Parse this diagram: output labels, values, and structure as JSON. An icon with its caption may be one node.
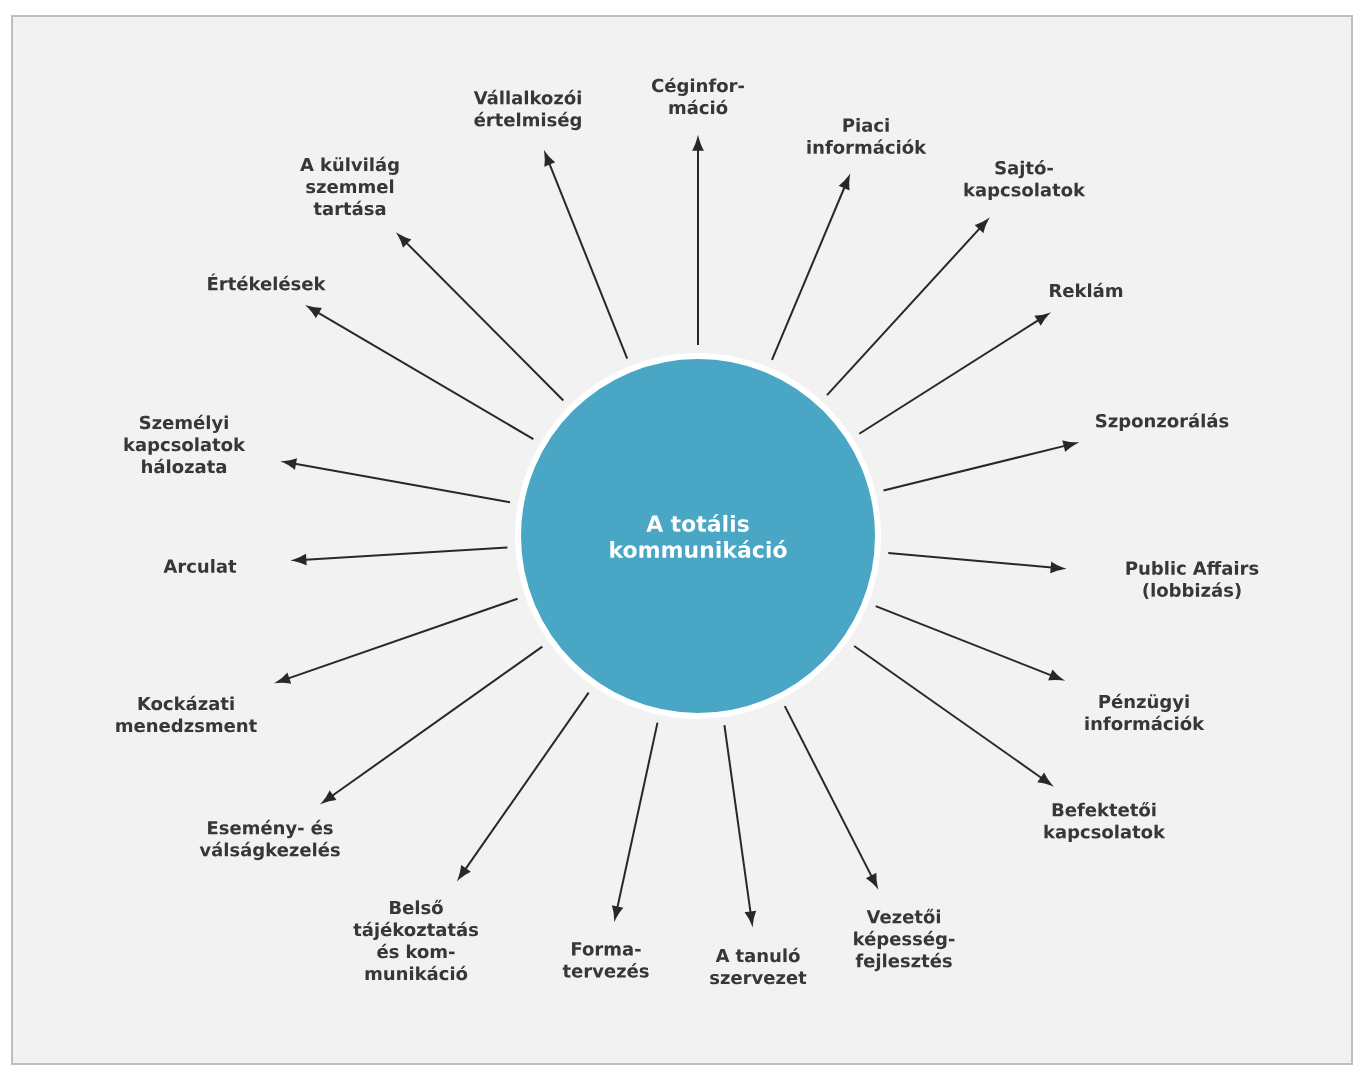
{
  "diagram": {
    "nodes": [
      {
        "text": [
          "A totális kommunikáció"
        ]
      },
      {
        "text": [
          "Vállalkozói értelmiség"
        ]
      },
      {
        "text": [
          "Céginfor- máció"
        ]
      },
      {
        "text": [
          "Piaci információk"
        ]
      },
      {
        "text": [
          "Sajtó- kapcsolatok"
        ]
      },
      {
        "text": [
          "Reklám"
        ]
      },
      {
        "text": [
          "Szponzorálás"
        ]
      },
      {
        "text": [
          "Public Affairs (lobbizás)"
        ]
      },
      {
        "text": [
          "Pénzügyi információk"
        ]
      },
      {
        "text": [
          "Befektetői kapcsolatok"
        ]
      },
      {
        "text": [
          "Vezetői képesség- fejlesztés"
        ]
      },
      {
        "text": [
          "A tanuló szervezet"
        ]
      },
      {
        "text": [
          "Forma- tervezés"
        ]
      },
      {
        "text": [
          "Belső tájékoztatás és kom- munikáció"
        ]
      },
      {
        "text": [
          "Esemény- és válságkezelés"
        ]
      },
      {
        "text": [
          "Kockázati menedzsment"
        ]
      },
      {
        "text": [
          "Arculat"
        ]
      },
      {
        "text": [
          "Személyi kapcsolatok hálozata"
        ]
      },
      {
        "text": [
          "Értékelések"
        ]
      },
      {
        "text": [
          "A külvilág szemmel tartása"
        ]
      }
    ],
    "edges": [
      {
        "from": 0,
        "to": 1,
        "arrow": "to"
      },
      {
        "from": 0,
        "to": 2,
        "arrow": "to"
      },
      {
        "from": 0,
        "to": 3,
        "arrow": "to"
      },
      {
        "from": 0,
        "to": 4,
        "arrow": "to"
      },
      {
        "from": 0,
        "to": 5,
        "arrow": "to"
      },
      {
        "from": 0,
        "to": 6,
        "arrow": "to"
      },
      {
        "from": 0,
        "to": 7,
        "arrow": "to"
      },
      {
        "from": 0,
        "to": 8,
        "arrow": "to"
      },
      {
        "from": 0,
        "to": 9,
        "arrow": "to"
      },
      {
        "from": 0,
        "to": 10,
        "arrow": "to"
      },
      {
        "from": 0,
        "to": 11,
        "arrow": "to"
      },
      {
        "from": 0,
        "to": 12,
        "arrow": "to"
      },
      {
        "from": 0,
        "to": 13,
        "arrow": "to"
      },
      {
        "from": 0,
        "to": 14,
        "arrow": "to"
      },
      {
        "from": 0,
        "to": 15,
        "arrow": "to"
      },
      {
        "from": 0,
        "to": 16,
        "arrow": "to"
      },
      {
        "from": 0,
        "to": 17,
        "arrow": "to"
      },
      {
        "from": 0,
        "to": 18,
        "arrow": "to"
      },
      {
        "from": 0,
        "to": 19,
        "arrow": "to"
      }
    ]
  }
}
